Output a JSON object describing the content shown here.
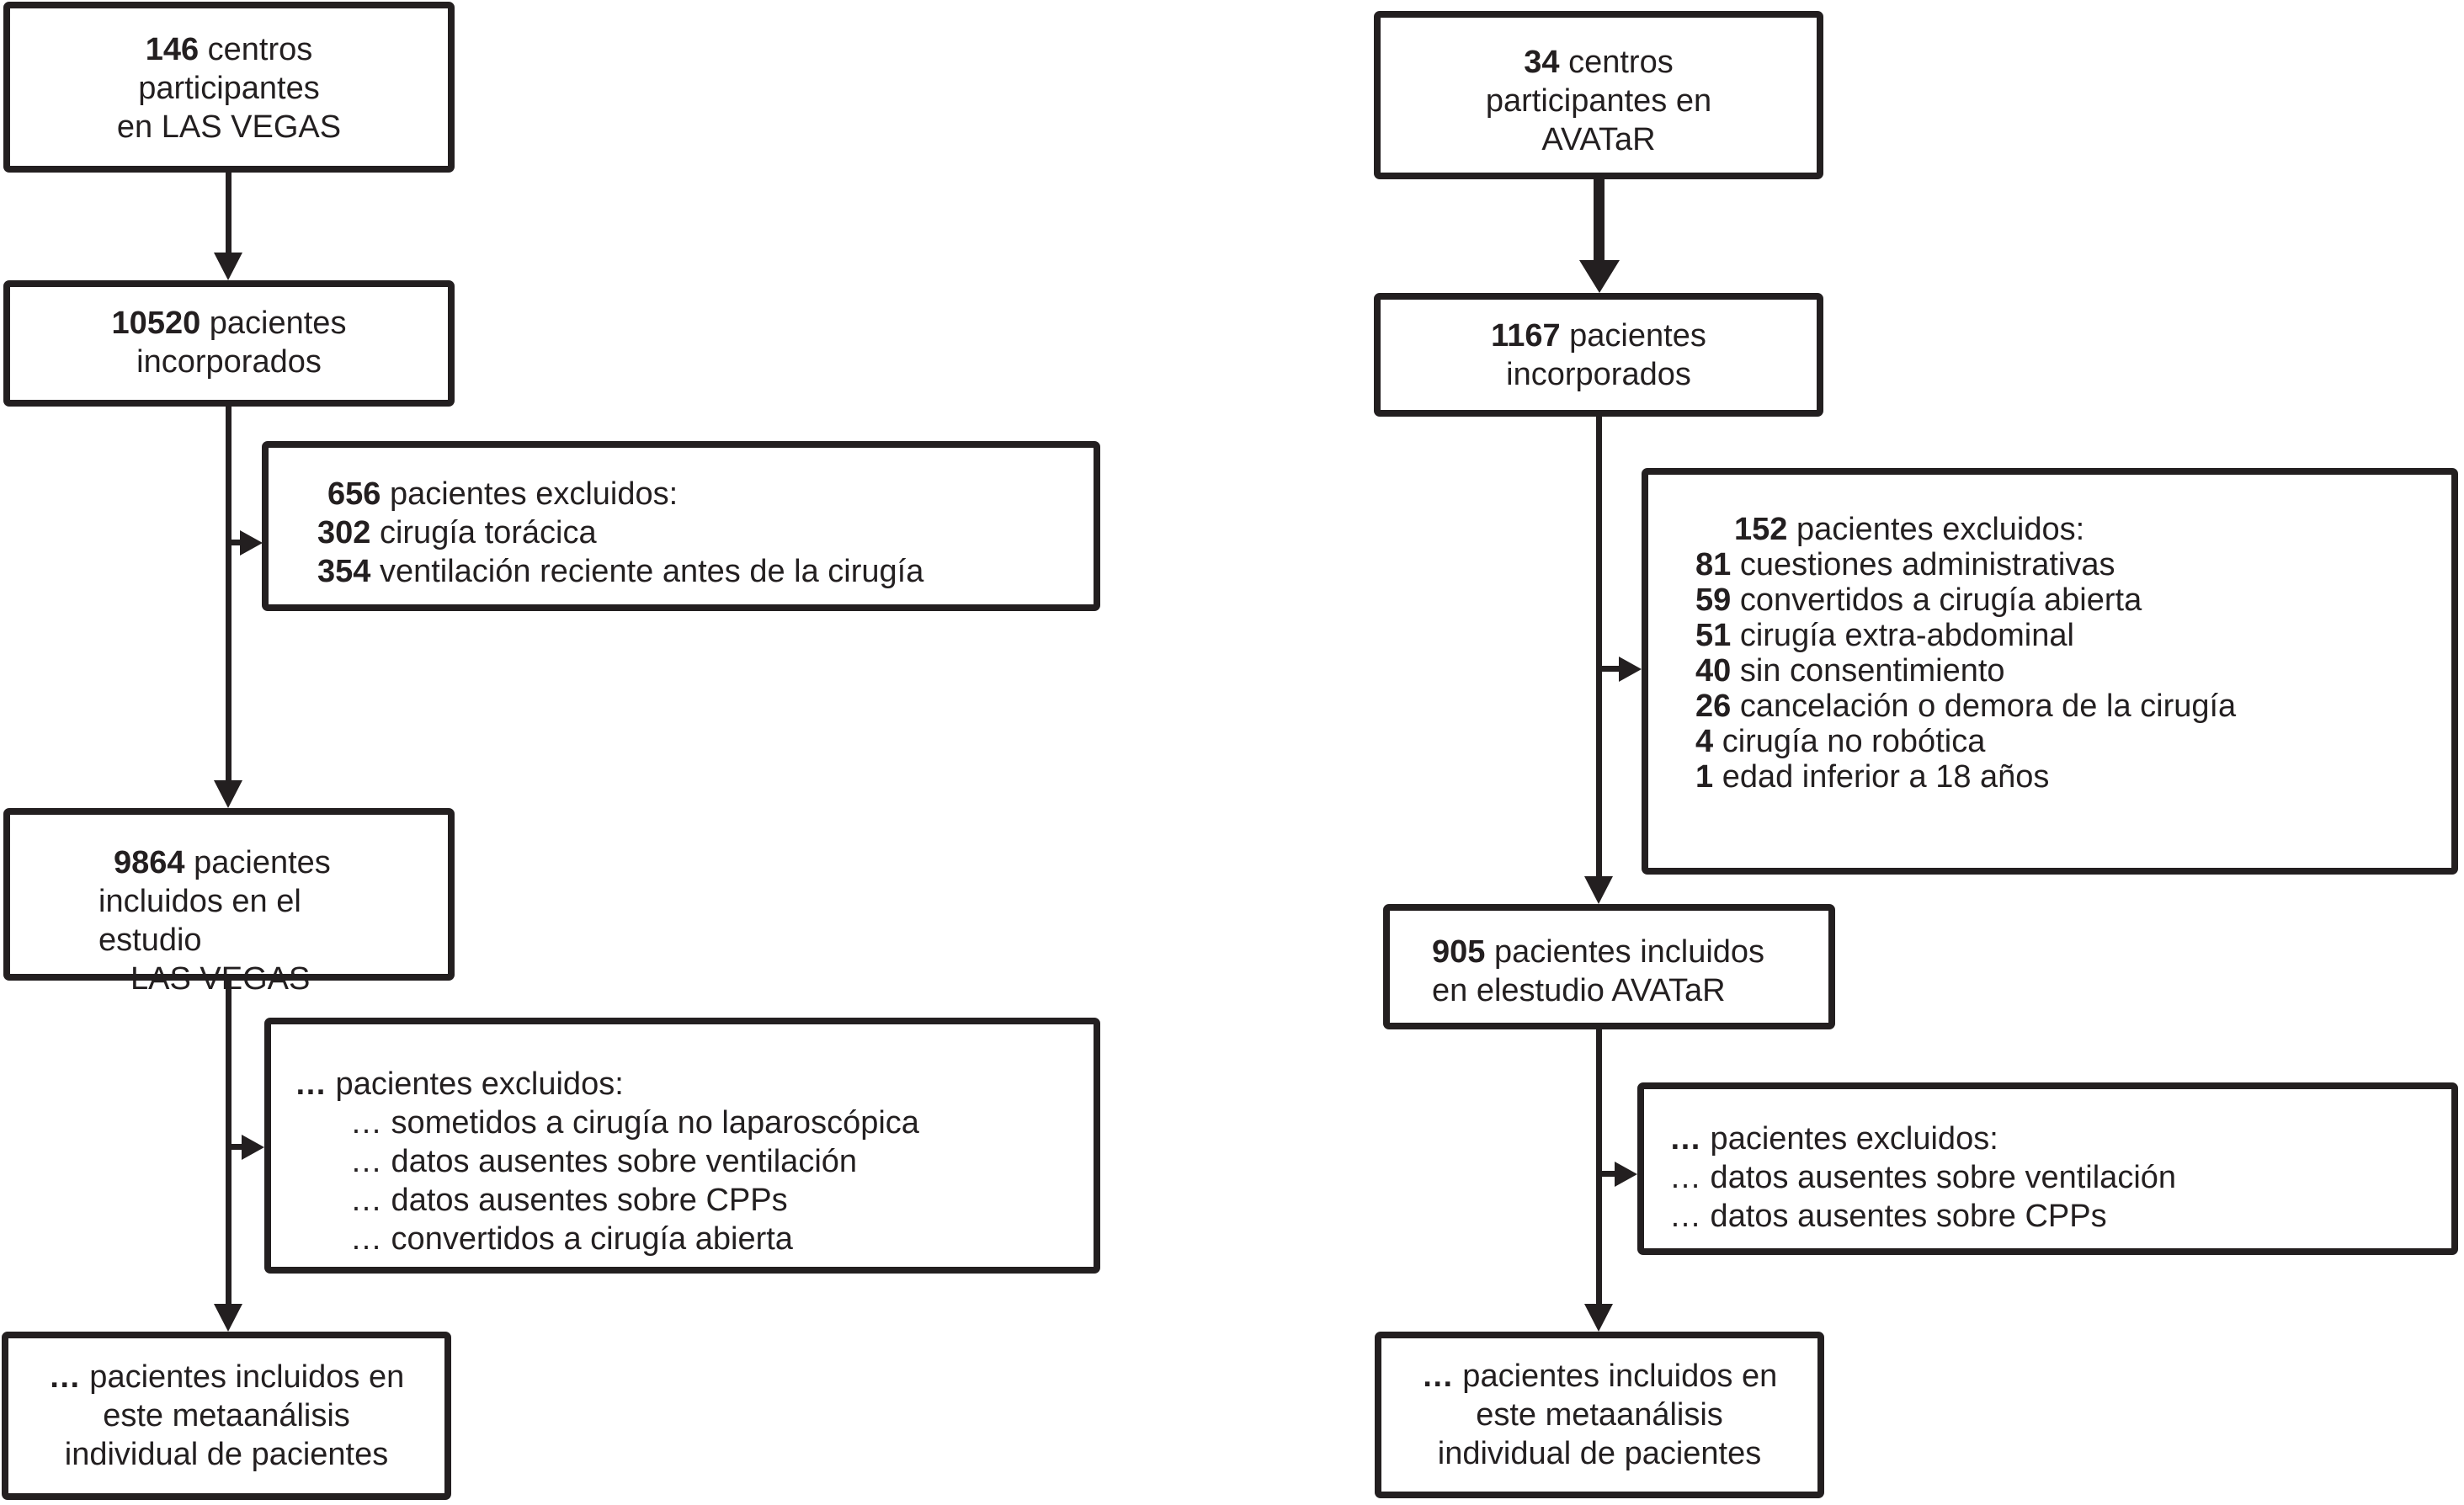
{
  "colors": {
    "ink": "#231f20",
    "background": "#ffffff"
  },
  "diagram": {
    "left": {
      "centers": {
        "lines": [
          {
            "b": "146",
            "t": " centros"
          },
          {
            "t": "participantes"
          },
          {
            "t": "en LAS VEGAS"
          }
        ]
      },
      "enrolled": {
        "lines": [
          {
            "b": "10520",
            "t": " pacientes"
          },
          {
            "t": "incorporados"
          }
        ]
      },
      "excluded1": {
        "lines": [
          {
            "b": "656",
            "t": " pacientes excluidos:"
          },
          {
            "b": "302",
            "t": " cirugía torácica"
          },
          {
            "b": "354",
            "t": " ventilación reciente antes de la cirugía"
          }
        ]
      },
      "included": {
        "lines": [
          {
            "b": "9864",
            "t": " pacientes"
          },
          {
            "t": "incluidos en el"
          },
          {
            "t": "estudio"
          },
          {
            "t": "LAS VEGAS"
          }
        ]
      },
      "excluded2": {
        "lines": [
          {
            "b": "…",
            "t": " pacientes excluidos:"
          },
          {
            "t": "… sometidos a cirugía no laparoscópica"
          },
          {
            "t": "… datos ausentes sobre ventilación"
          },
          {
            "t": "… datos ausentes sobre CPPs"
          },
          {
            "t": "… convertidos a cirugía abierta"
          }
        ]
      },
      "meta": {
        "lines": [
          {
            "b": "…",
            "t": " pacientes incluidos en"
          },
          {
            "t": "este metaanálisis"
          },
          {
            "t": "individual de pacientes"
          }
        ]
      }
    },
    "right": {
      "centers": {
        "lines": [
          {
            "b": "34",
            "t": " centros"
          },
          {
            "t": "participantes en"
          },
          {
            "t": "AVATaR"
          }
        ]
      },
      "enrolled": {
        "lines": [
          {
            "b": "1167",
            "t": " pacientes"
          },
          {
            "t": "incorporados"
          }
        ]
      },
      "excluded1": {
        "lines": [
          {
            "b": "152",
            "t": " pacientes excluidos:"
          },
          {
            "b": "81",
            "t": " cuestiones administrativas"
          },
          {
            "b": "59",
            "t": " convertidos a cirugía abierta"
          },
          {
            "b": "51",
            "t": " cirugía extra-abdominal"
          },
          {
            "b": "40",
            "t": " sin consentimiento"
          },
          {
            "b": "26",
            "t": " cancelación o demora de la cirugía"
          },
          {
            "b": "4",
            "t": " cirugía no robótica"
          },
          {
            "b": "1",
            "t": " edad inferior a 18 años"
          }
        ]
      },
      "included": {
        "lines": [
          {
            "b": "905",
            "t": " pacientes incluidos"
          },
          {
            "t": "en elestudio AVATaR"
          }
        ]
      },
      "excluded2": {
        "lines": [
          {
            "b": "…",
            "t": " pacientes excluidos:"
          },
          {
            "t": "… datos ausentes sobre ventilación"
          },
          {
            "t": "… datos ausentes sobre CPPs"
          }
        ]
      },
      "meta": {
        "lines": [
          {
            "b": "…",
            "t": " pacientes incluidos en"
          },
          {
            "t": "este metaanálisis"
          },
          {
            "t": "individual de pacientes"
          }
        ]
      }
    }
  }
}
